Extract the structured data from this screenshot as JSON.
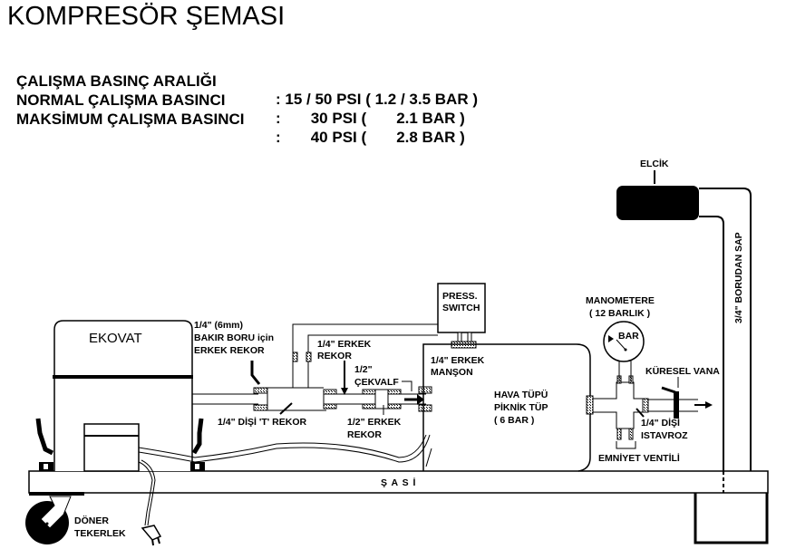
{
  "header": {
    "title": "KOMPRESÖR ŞEMASI"
  },
  "specs": [
    {
      "label": "ÇALIŞMA BASINÇ ARALIĞI",
      "value": ": 15 / 50 PSI ( 1.2 / 3.5 BAR )"
    },
    {
      "label": "NORMAL ÇALIŞMA BASINCI",
      "value": ":       30 PSI (       2.1 BAR )"
    },
    {
      "label": "MAKSİMUM ÇALIŞMA BASINCI",
      "value": ":       40 PSI (       2.8 BAR )"
    }
  ],
  "diagram": {
    "compressor": "EKOVAT",
    "copper_fitting": [
      "1/4\" (6mm)",
      "BAKIR BORU için",
      "ERKEK REKOR"
    ],
    "t_fitting": "1/4\" DİŞİ 'T' REKOR",
    "male_fitting_quarter": [
      "1/4\" ERKEK",
      "REKOR"
    ],
    "check_valve": [
      "1/2\"",
      "ÇEKVALF"
    ],
    "male_fitting_half": [
      "1/2\" ERKEK",
      "REKOR"
    ],
    "press_switch": [
      "PRESS.",
      "SWITCH"
    ],
    "sleeve": [
      "1/4\" ERKEK",
      "MANŞON"
    ],
    "tank": [
      "HAVA TÜPÜ",
      "PİKNİK TÜP",
      "( 6 BAR )"
    ],
    "manometer": [
      "MANOMETERE",
      "( 12 BARLIK )"
    ],
    "gauge_unit": "BAR",
    "ball_valve": "KÜRESEL VANA",
    "cross_fitting": [
      "1/4\" DİŞİ",
      "ISTAVROZ"
    ],
    "safety_valve": "EMNİYET VENTİLİ",
    "handle_grip": "ELCİK",
    "handle_pipe": "3/4\" BORUDAN SAP",
    "chassis": "Ş A S İ",
    "wheel": [
      "DÖNER",
      "TEKERLEK"
    ]
  }
}
